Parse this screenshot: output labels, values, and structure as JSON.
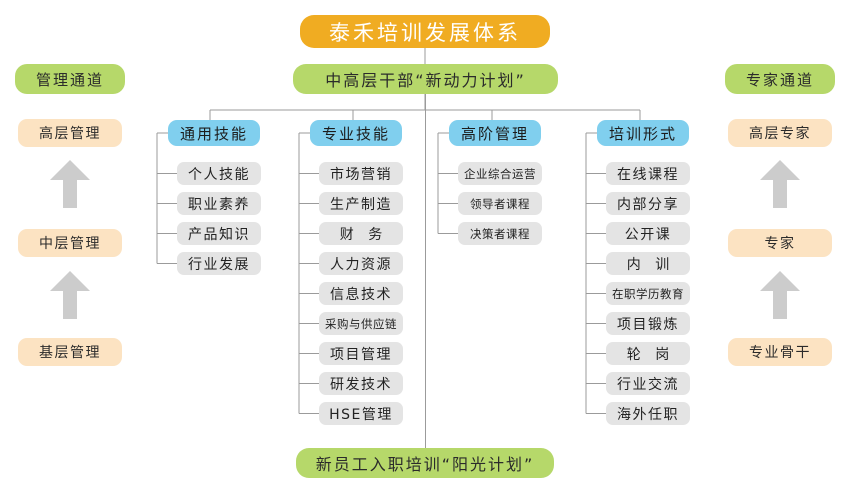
{
  "diagram": {
    "title": "泰禾培训发展体系",
    "subtitle": "中高层干部“新动力计划”",
    "footer": "新员工入职培训“阳光计划”",
    "colors": {
      "title_bg": "#F0AC22",
      "green_bg": "#B6D86A",
      "peach_bg": "#FCE3C2",
      "blue_bg": "#80CFEE",
      "gray_bg": "#E4E4E4",
      "connector": "#9B9B9B",
      "arrow": "#CCCCCC"
    }
  },
  "left_track": {
    "header": "管理通道",
    "levels": [
      {
        "label": "高层管理"
      },
      {
        "label": "中层管理"
      },
      {
        "label": "基层管理"
      }
    ],
    "arrow_name": "arrow-up-icon"
  },
  "right_track": {
    "header": "专家通道",
    "levels": [
      {
        "label": "高层专家"
      },
      {
        "label": "专家"
      },
      {
        "label": "专业骨干"
      }
    ],
    "arrow_name": "arrow-up-icon"
  },
  "branches": [
    {
      "header": "通用技能",
      "items": [
        {
          "label": "个人技能"
        },
        {
          "label": "职业素养"
        },
        {
          "label": "产品知识"
        },
        {
          "label": "行业发展"
        }
      ]
    },
    {
      "header": "专业技能",
      "items": [
        {
          "label": "市场营销"
        },
        {
          "label": "生产制造"
        },
        {
          "label": "财 务"
        },
        {
          "label": "人力资源"
        },
        {
          "label": "信息技术"
        },
        {
          "label": "采购与供应链"
        },
        {
          "label": "项目管理"
        },
        {
          "label": "研发技术"
        },
        {
          "label": "HSE管理"
        }
      ]
    },
    {
      "header": "高阶管理",
      "items": [
        {
          "label": "企业综合运营"
        },
        {
          "label": "领导者课程"
        },
        {
          "label": "决策者课程"
        }
      ]
    },
    {
      "header": "培训形式",
      "items": [
        {
          "label": "在线课程"
        },
        {
          "label": "内部分享"
        },
        {
          "label": "公开课"
        },
        {
          "label": "内 训"
        },
        {
          "label": "在职学历教育"
        },
        {
          "label": "项目锻炼"
        },
        {
          "label": "轮 岗"
        },
        {
          "label": "行业交流"
        },
        {
          "label": "海外任职"
        }
      ]
    }
  ]
}
